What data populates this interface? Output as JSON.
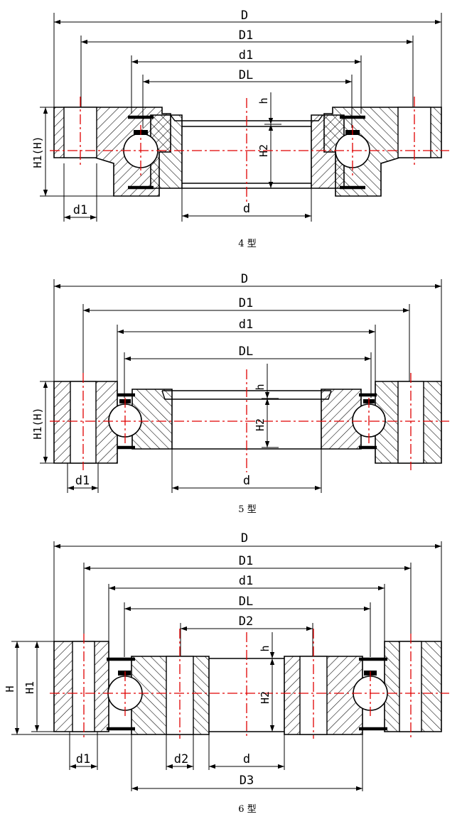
{
  "drawing": {
    "type4": {
      "caption": "4 型",
      "labels": {
        "D": "D",
        "D1": "D1",
        "d1_top": "d1",
        "DL": "DL",
        "h": "h",
        "H2": "H2",
        "H1H": "H1(H)",
        "d1_bottom": "d1",
        "d": "d"
      }
    },
    "type5": {
      "caption": "5 型",
      "labels": {
        "D": "D",
        "D1": "D1",
        "d1_top": "d1",
        "DL": "DL",
        "h": "h",
        "H2": "H2",
        "H1H": "H1(H)",
        "d1_bottom": "d1",
        "d": "d"
      }
    },
    "type6": {
      "caption": "6 型",
      "labels": {
        "D": "D",
        "D1": "D1",
        "d1_top": "d1",
        "DL": "DL",
        "D2": "D2",
        "h": "h",
        "H2": "H2",
        "H": "H",
        "H1": "H1",
        "d1_bottom": "d1",
        "d2": "d2",
        "d": "d",
        "D3": "D3"
      }
    },
    "colors": {
      "outline": "#000000",
      "centerline": "#e00000",
      "background": "#ffffff"
    }
  }
}
